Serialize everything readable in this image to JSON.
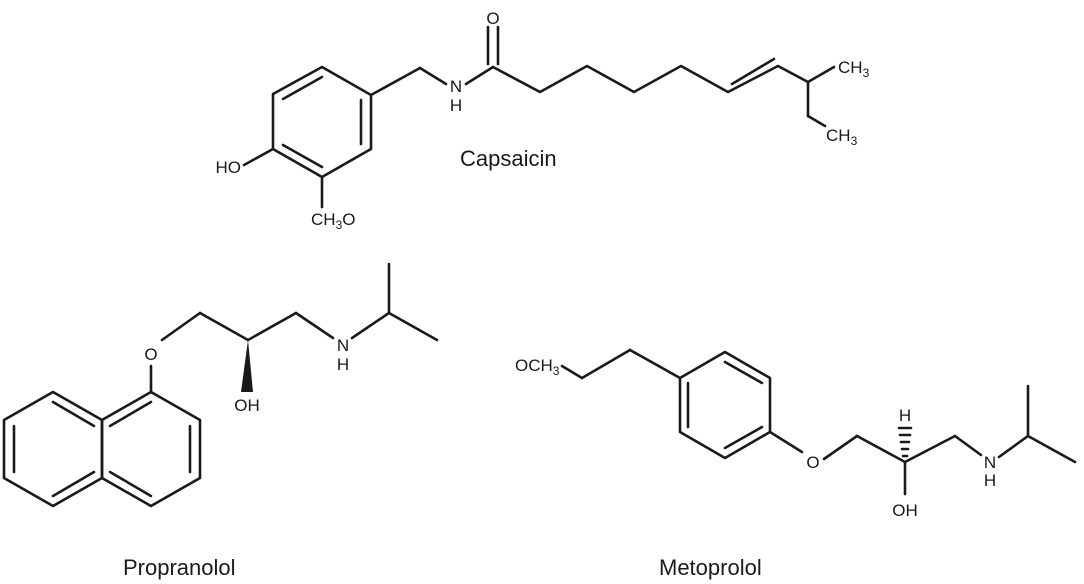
{
  "molecules": {
    "capsaicin": {
      "name": "Capsaicin",
      "atoms": {
        "o": "O",
        "n": "N",
        "h": "H",
        "ho": "HO",
        "ch3o": "CH",
        "ch3o_sub": "3",
        "ch3o_o": "O",
        "ch3a": "CH",
        "ch3a_sub": "3",
        "ch3b": "CH",
        "ch3b_sub": "3"
      }
    },
    "propranolol": {
      "name": "Propranolol",
      "atoms": {
        "o": "O",
        "n": "N",
        "h": "H",
        "oh": "OH"
      }
    },
    "metoprolol": {
      "name": "Metoprolol",
      "atoms": {
        "och3": "OCH",
        "och3_sub": "3",
        "o": "O",
        "h": "H",
        "oh": "OH",
        "n": "N",
        "nh": "H"
      }
    }
  }
}
